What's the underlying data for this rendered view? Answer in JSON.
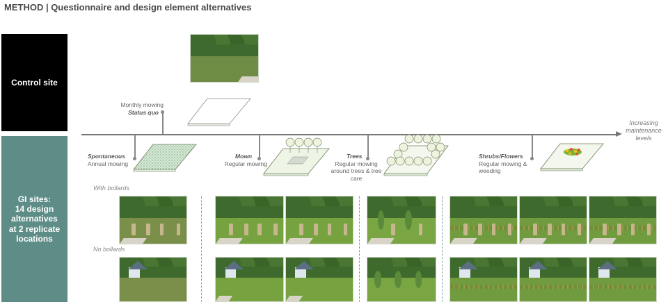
{
  "page_title": "METHOD | Questionnaire and design element alternatives",
  "side_boxes": {
    "control": "Control site",
    "gi": "GI sites:\n14 design alternatives at 2 replicate locations"
  },
  "axis_label": "Increasing maintenance levels",
  "stages": {
    "status_quo": {
      "title": "Status quo",
      "subtitle": "Monthly mowing"
    },
    "spontaneous": {
      "title": "Spontaneous",
      "subtitle": "Annual mowing"
    },
    "mown": {
      "title": "Mown",
      "subtitle": "Regular mowing"
    },
    "trees": {
      "title": "Trees",
      "subtitle": "Regular mowing around trees & tree care"
    },
    "shrubs": {
      "title": "Shrubs/Flowers",
      "subtitle": "Regular mowing & weeding"
    }
  },
  "rows": {
    "with_bollards": "With bollards",
    "no_bollards": "No bollards"
  },
  "colors": {
    "control_box": "#000000",
    "gi_box": "#5e8d87",
    "axis": "#777777",
    "sketch_fill": "#e9f1df",
    "sketch_line": "#6d7f5a"
  }
}
